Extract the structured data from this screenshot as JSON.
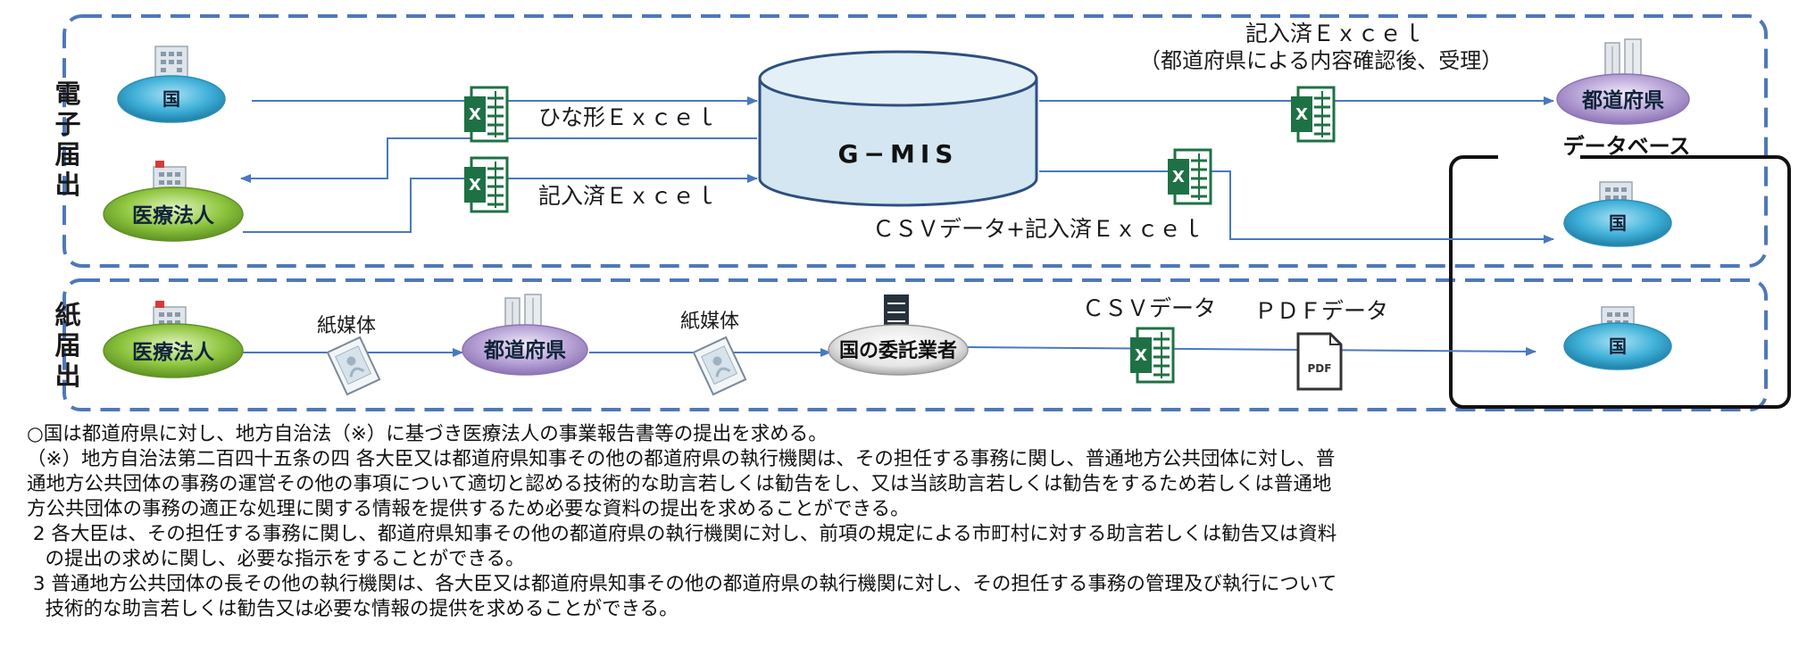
{
  "sections": {
    "electronic_label": "電子届出",
    "paper_label": "紙届出"
  },
  "nodes": {
    "kuni_top": "国",
    "iryo_hojin_top": "医療法人",
    "gmis": "G−MIS",
    "todofuken_top": "都道府県",
    "database": "データベース",
    "kuni_db": "国",
    "iryo_hojin_bottom": "医療法人",
    "todofuken_bottom": "都道府県",
    "itaku": "国の委託業者",
    "kuni_bottom": "国"
  },
  "edges": {
    "template_excel": "ひな形Ｅｘｃｅｌ",
    "filled_excel": "記入済Ｅｘｃｅｌ",
    "filled_excel_top_1": "記入済Ｅｘｃｅｌ",
    "filled_excel_top_2": "（都道府県による内容確認後、受理）",
    "csv_plus_excel": "ＣＳＶデータ+記入済Ｅｘｃｅｌ",
    "paper_media_1": "紙媒体",
    "paper_media_2": "紙媒体",
    "csv_data": "ＣＳＶデータ",
    "pdf_data": "ＰＤＦデータ"
  },
  "icons": {
    "pdf_label": "PDF",
    "excel_letter": "X"
  },
  "notes": [
    "○国は都道府県に対し、地方自治法（※）に基づき医療法人の事業報告書等の提出を求める。",
    "（※）地方自治法第二百四十五条の四 各大臣又は都道府県知事その他の都道府県の執行機関は、その担任する事務に関し、普通地方公共団体に対し、普",
    "通地方公共団体の事務の運営その他の事項について適切と認める技術的な助言若しくは勧告をし、又は当該助言若しくは勧告をするため若しくは普通地",
    "方公共団体の事務の適正な処理に関する情報を提供するため必要な資料の提出を求めることができる。",
    " 2 各大臣は、その担任する事務に関し、都道府県知事その他の都道府県の執行機関に対し、前項の規定による市町村に対する助言若しくは勧告又は資料",
    "   の提出の求めに関し、必要な指示をすることができる。",
    " 3 普通地方公共団体の長その他の執行機関は、各大臣又は都道府県知事その他の都道府県の執行機関に対し、その担任する事務の管理及び執行について",
    "   技術的な助言若しくは勧告又は必要な情報の提供を求めることができる。"
  ],
  "colors": {
    "frame_blue": "#4f78b8",
    "arrow_blue": "#4a78c0",
    "excel_green": "#1e7145",
    "kuni_fill": "#3fb0d8",
    "iryo_fill": "#8fc63f",
    "todofuken_fill": "#b7a3d6",
    "gmis_fill": "#d3e6f1"
  }
}
